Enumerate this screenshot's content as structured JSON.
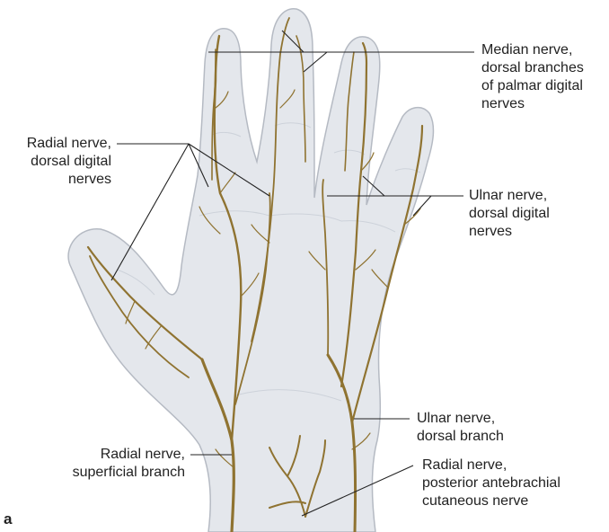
{
  "figure": {
    "panel_letter": "a",
    "colors": {
      "skin_fill": "#e4e7ec",
      "skin_stroke": "#b5bac3",
      "nerve": "#8f7331",
      "leader_line": "#222222"
    }
  },
  "labels": {
    "median_dorsal": [
      "Median nerve,",
      "dorsal branches",
      "of palmar digital",
      "nerves"
    ],
    "radial_digital": [
      "Radial nerve,",
      "dorsal digital",
      "nerves"
    ],
    "ulnar_digital": [
      "Ulnar nerve,",
      "dorsal digital",
      "nerves"
    ],
    "ulnar_dorsal_branch": [
      "Ulnar nerve,",
      "dorsal branch"
    ],
    "radial_superficial": [
      "Radial nerve,",
      "superficial branch"
    ],
    "radial_posterior_antebrachial": [
      "Radial nerve,",
      "posterior antebrachial",
      "cutaneous nerve"
    ]
  }
}
